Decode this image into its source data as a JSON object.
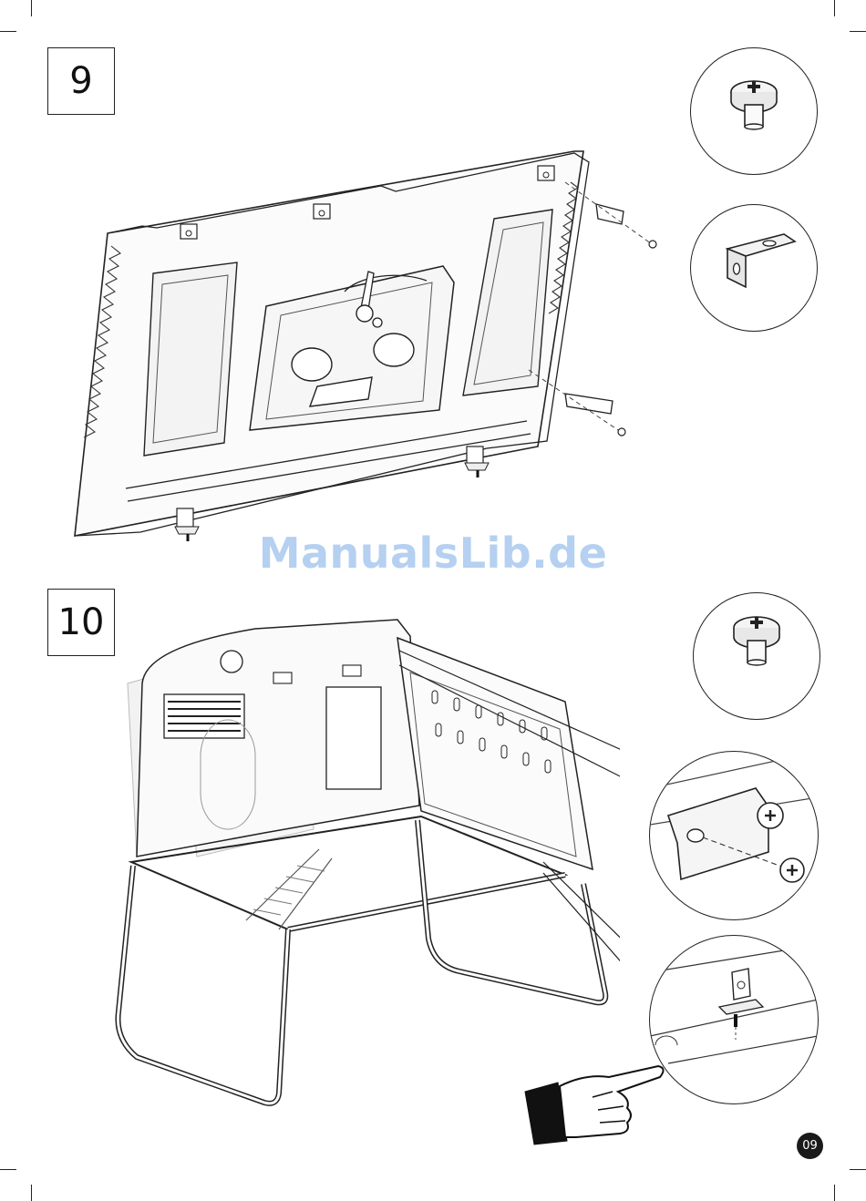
{
  "steps": [
    {
      "number": "9"
    },
    {
      "number": "10"
    }
  ],
  "watermark": "ManualsLib.de",
  "page_number": "09",
  "icons": {
    "screw": "screw-icon",
    "bracket": "bracket-icon",
    "pointing_hand": "pointing-hand-icon"
  }
}
